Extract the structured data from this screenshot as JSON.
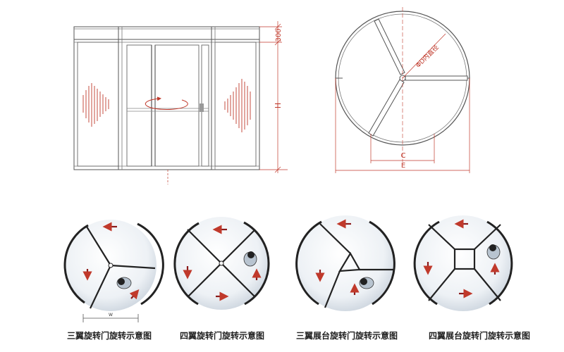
{
  "elevation": {
    "dim_top": "300",
    "dim_height": "H"
  },
  "plan": {
    "dim_diameter": "ΦD内直径",
    "dim_c": "C",
    "dim_e": "E"
  },
  "panels": [
    {
      "caption": "三翼旋转门旋转示意图",
      "width_label": "W"
    },
    {
      "caption": "四翼旋转门旋转示意图"
    },
    {
      "caption": "三翼展台旋转门旋转示意图"
    },
    {
      "caption": "四翼展台旋转门旋转示意图"
    }
  ]
}
